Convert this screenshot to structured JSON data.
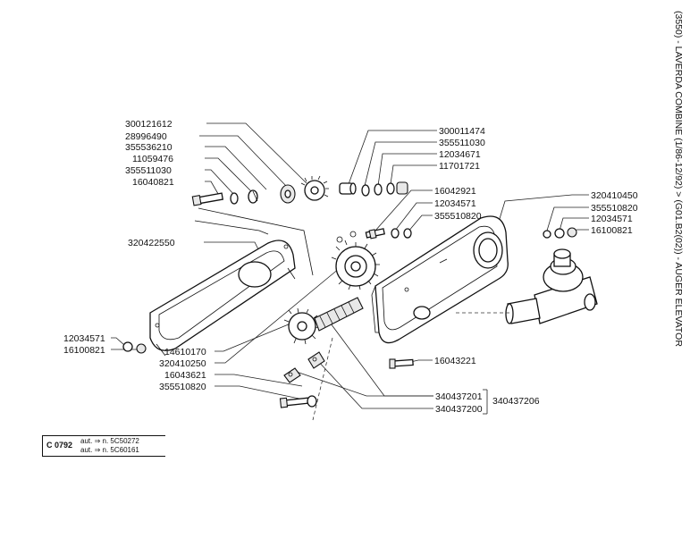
{
  "title": "(3550) - LAVERDA COMBINE (1/86-12/92) > (G01.B2(02)) - AUGER ELEVATOR",
  "code": "C 0792",
  "notes": [
    {
      "text": "aut. ⇒ n. 5C50272"
    },
    {
      "text": "aut. ⇒ n. 5C60161"
    }
  ],
  "labels_top_left": [
    "300121612",
    "28996490",
    "355536210",
    "11059476",
    "355511030",
    "16040821"
  ],
  "labels_top_mid": [
    "300011474",
    "355511030",
    "12034671",
    "11701721"
  ],
  "labels_center": [
    "16042921",
    "12034571",
    "355510820"
  ],
  "labels_right": [
    "320410450",
    "355510820",
    "12034571",
    "16100821"
  ],
  "label_cover": "320422550",
  "labels_left": [
    "12034571",
    "16100821"
  ],
  "labels_bottom_left": [
    "14610170",
    "320410250",
    "16043621",
    "355510820"
  ],
  "label_bolt_bottom": "16043221",
  "labels_chain": [
    "340437201",
    "340437200"
  ],
  "label_chain_group": "340437206"
}
